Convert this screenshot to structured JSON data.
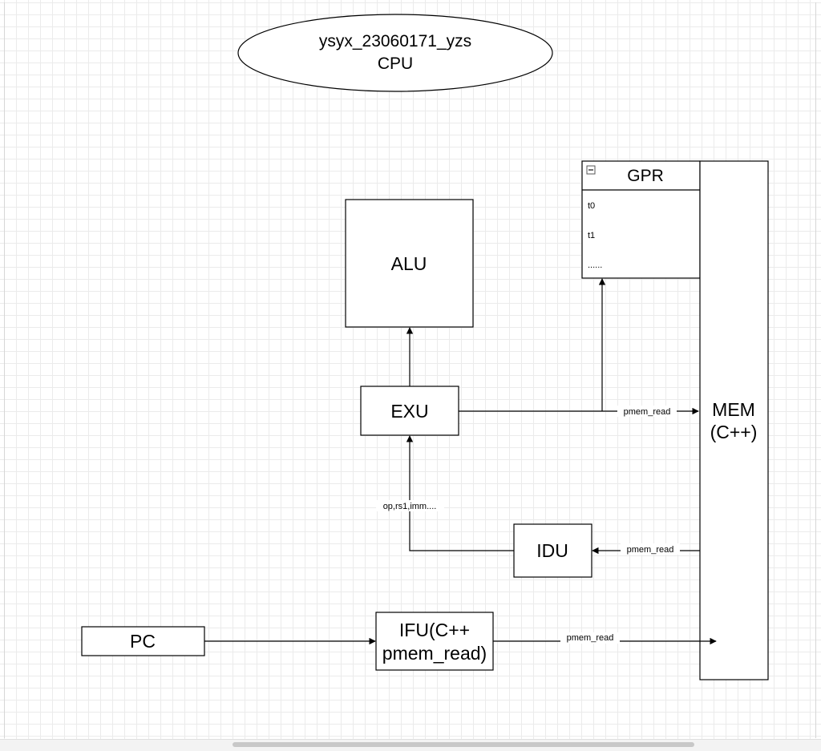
{
  "title": {
    "line1": "ysyx_23060171_yzs",
    "line2": "CPU"
  },
  "nodes": {
    "alu": "ALU",
    "exu": "EXU",
    "idu": "IDU",
    "pc": "PC",
    "ifu_line1": "IFU(C++",
    "ifu_line2": "pmem_read)",
    "mem_line1": "MEM",
    "mem_line2": "(C++)"
  },
  "gpr": {
    "title": "GPR",
    "collapse_icon": "minus-box-icon",
    "rows": [
      "t0",
      "t1",
      "......"
    ]
  },
  "edge_labels": {
    "exu_to_mem": "pmem_read",
    "mem_to_idu": "pmem_read",
    "ifu_to_mem": "pmem_read",
    "idu_to_exu": "op,rs1,imm...."
  },
  "colors": {
    "stroke": "#000000",
    "fill": "#ffffff",
    "grid": "#ebebeb"
  }
}
